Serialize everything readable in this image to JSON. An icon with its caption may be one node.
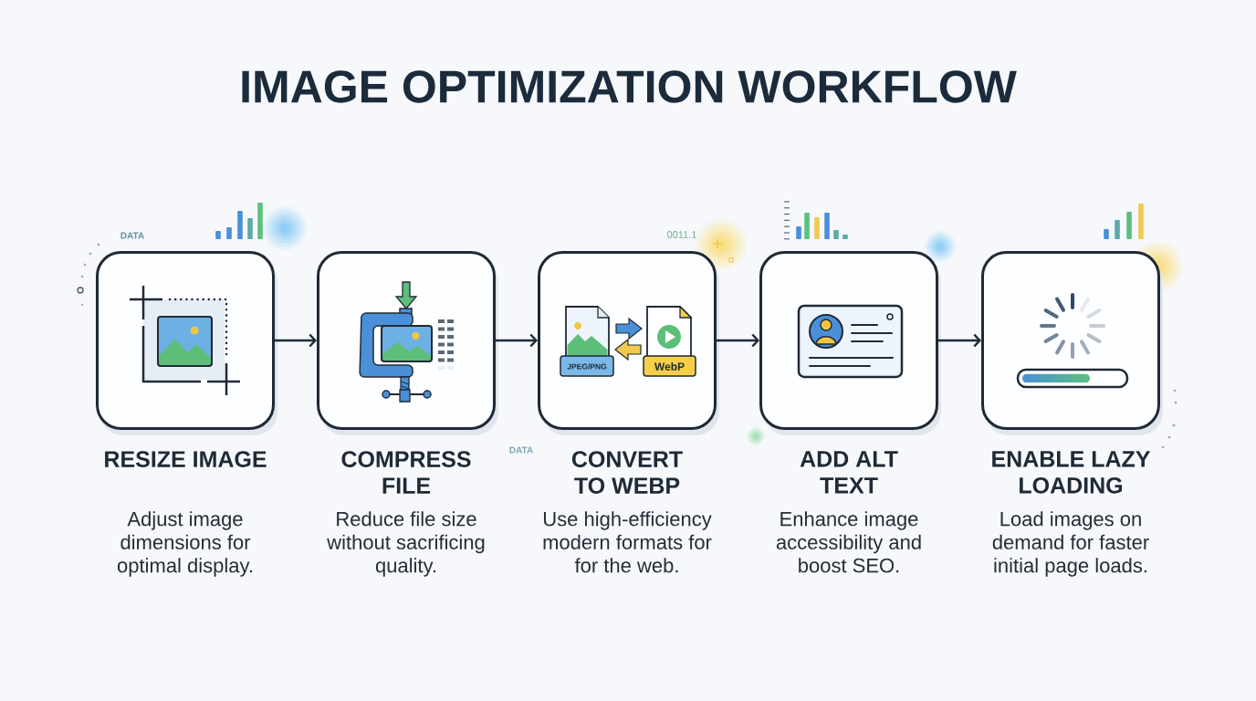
{
  "diagram": {
    "title": "IMAGE OPTIMIZATION WORKFLOW",
    "nodes": [
      {
        "text": [
          "RESIZE IMAGE",
          "Adjust image dimensions for optimal display."
        ]
      },
      {
        "text": [
          "COMPRESS FILE",
          "Reduce file size without sacrificing quality."
        ]
      },
      {
        "text": [
          "CONVERT TO WEBP",
          "Use high-efficiency modern formats for for the web."
        ]
      },
      {
        "text": [
          "ADD ALT TEXT",
          "Enhance image accessibility and boost SEO."
        ]
      },
      {
        "text": [
          "ENABLE LAZY LOADING",
          "Load images on demand for faster initial page loads."
        ]
      }
    ],
    "edges": [
      {
        "from": 0,
        "to": 1,
        "arrow": "to"
      },
      {
        "from": 1,
        "to": 2,
        "arrow": "to"
      },
      {
        "from": 2,
        "to": 3,
        "arrow": "to"
      },
      {
        "from": 3,
        "to": 4,
        "arrow": "to"
      }
    ],
    "labels": [
      "DATA",
      "0011.1",
      "JPEG/PNG",
      "WebP",
      "DATA"
    ]
  }
}
